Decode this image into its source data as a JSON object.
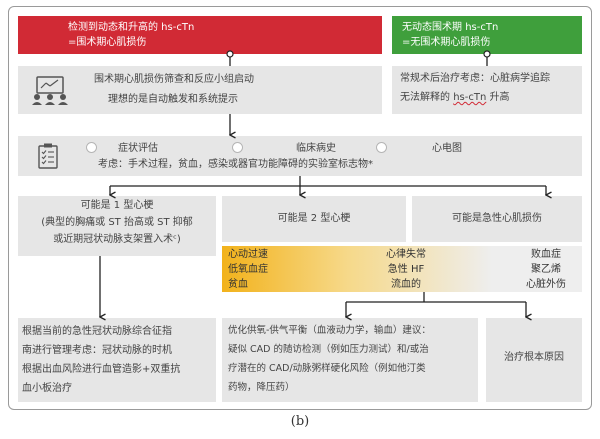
{
  "top_left": {
    "line1": "检测到动态和升高的 hs-cTn",
    "line2": "=围术期心肌损伤"
  },
  "top_right": {
    "line1_prefix": "无动态围术期 ",
    "line1_marker": "hs-cTn",
    "line2": "=无围术期心肌损伤"
  },
  "screening": {
    "icon": "group-meeting-icon",
    "line1": "围术期心肌损伤筛查和反应小组启动",
    "line2": "理想的是自动触发和系统提示"
  },
  "routine": {
    "line1": "常规术后治疗考虑：心脏病学追踪",
    "line2_prefix": "无法解释的 ",
    "line2_marker": "hs-cTn",
    "line2_suffix": " 升高"
  },
  "assessment": {
    "icon": "clipboard-checklist-icon",
    "item1": "症状评估",
    "item2": "临床病史",
    "item3": "心电图",
    "consider": "考虑：手术过程，贫血，感染或器官功能障碍的实验室标志物*"
  },
  "mi_type1": {
    "line1": "可能是 1 型心梗",
    "line2": "(典型的胸痛或 ST 抬高或 ST 抑郁",
    "line3": "或近期冠状动脉支架置入术ᶜ)"
  },
  "mi_type2": {
    "label": "可能是 2 型心梗"
  },
  "acute_injury": {
    "label": "可能是急性心肌损伤"
  },
  "causes": {
    "col1": [
      "心动过速",
      "低氧血症",
      "贫血"
    ],
    "col2": [
      "心律失常",
      "急性 HF",
      "流血的"
    ],
    "col3": [
      "败血症",
      "聚乙烯",
      "心脏外伤"
    ]
  },
  "acs": {
    "line1": "根据当前的急性冠状动脉综合征指",
    "line2": "南进行管理考虑：冠状动脉的时机",
    "line3": "根据出血风险进行血管造影+双重抗",
    "line4": "血小板治疗"
  },
  "optimize": {
    "line1": "优化供氧-供气平衡（血液动力学，输血）建议：",
    "line2": "疑似 CAD 的随访检测（例如压力测试）和/或治",
    "line3": "疗潜在的 CAD/动脉粥样硬化风险（例如他汀类",
    "line4": "药物，降压药）"
  },
  "root_cause": {
    "label": "治疗根本原因"
  },
  "caption": "(b)",
  "colors": {
    "red": "#d12a35",
    "green": "#3f9f3c",
    "gray": "#e6e6e6",
    "gradient_start": "#f2b21b",
    "gradient_end": "#f0f0f0"
  }
}
